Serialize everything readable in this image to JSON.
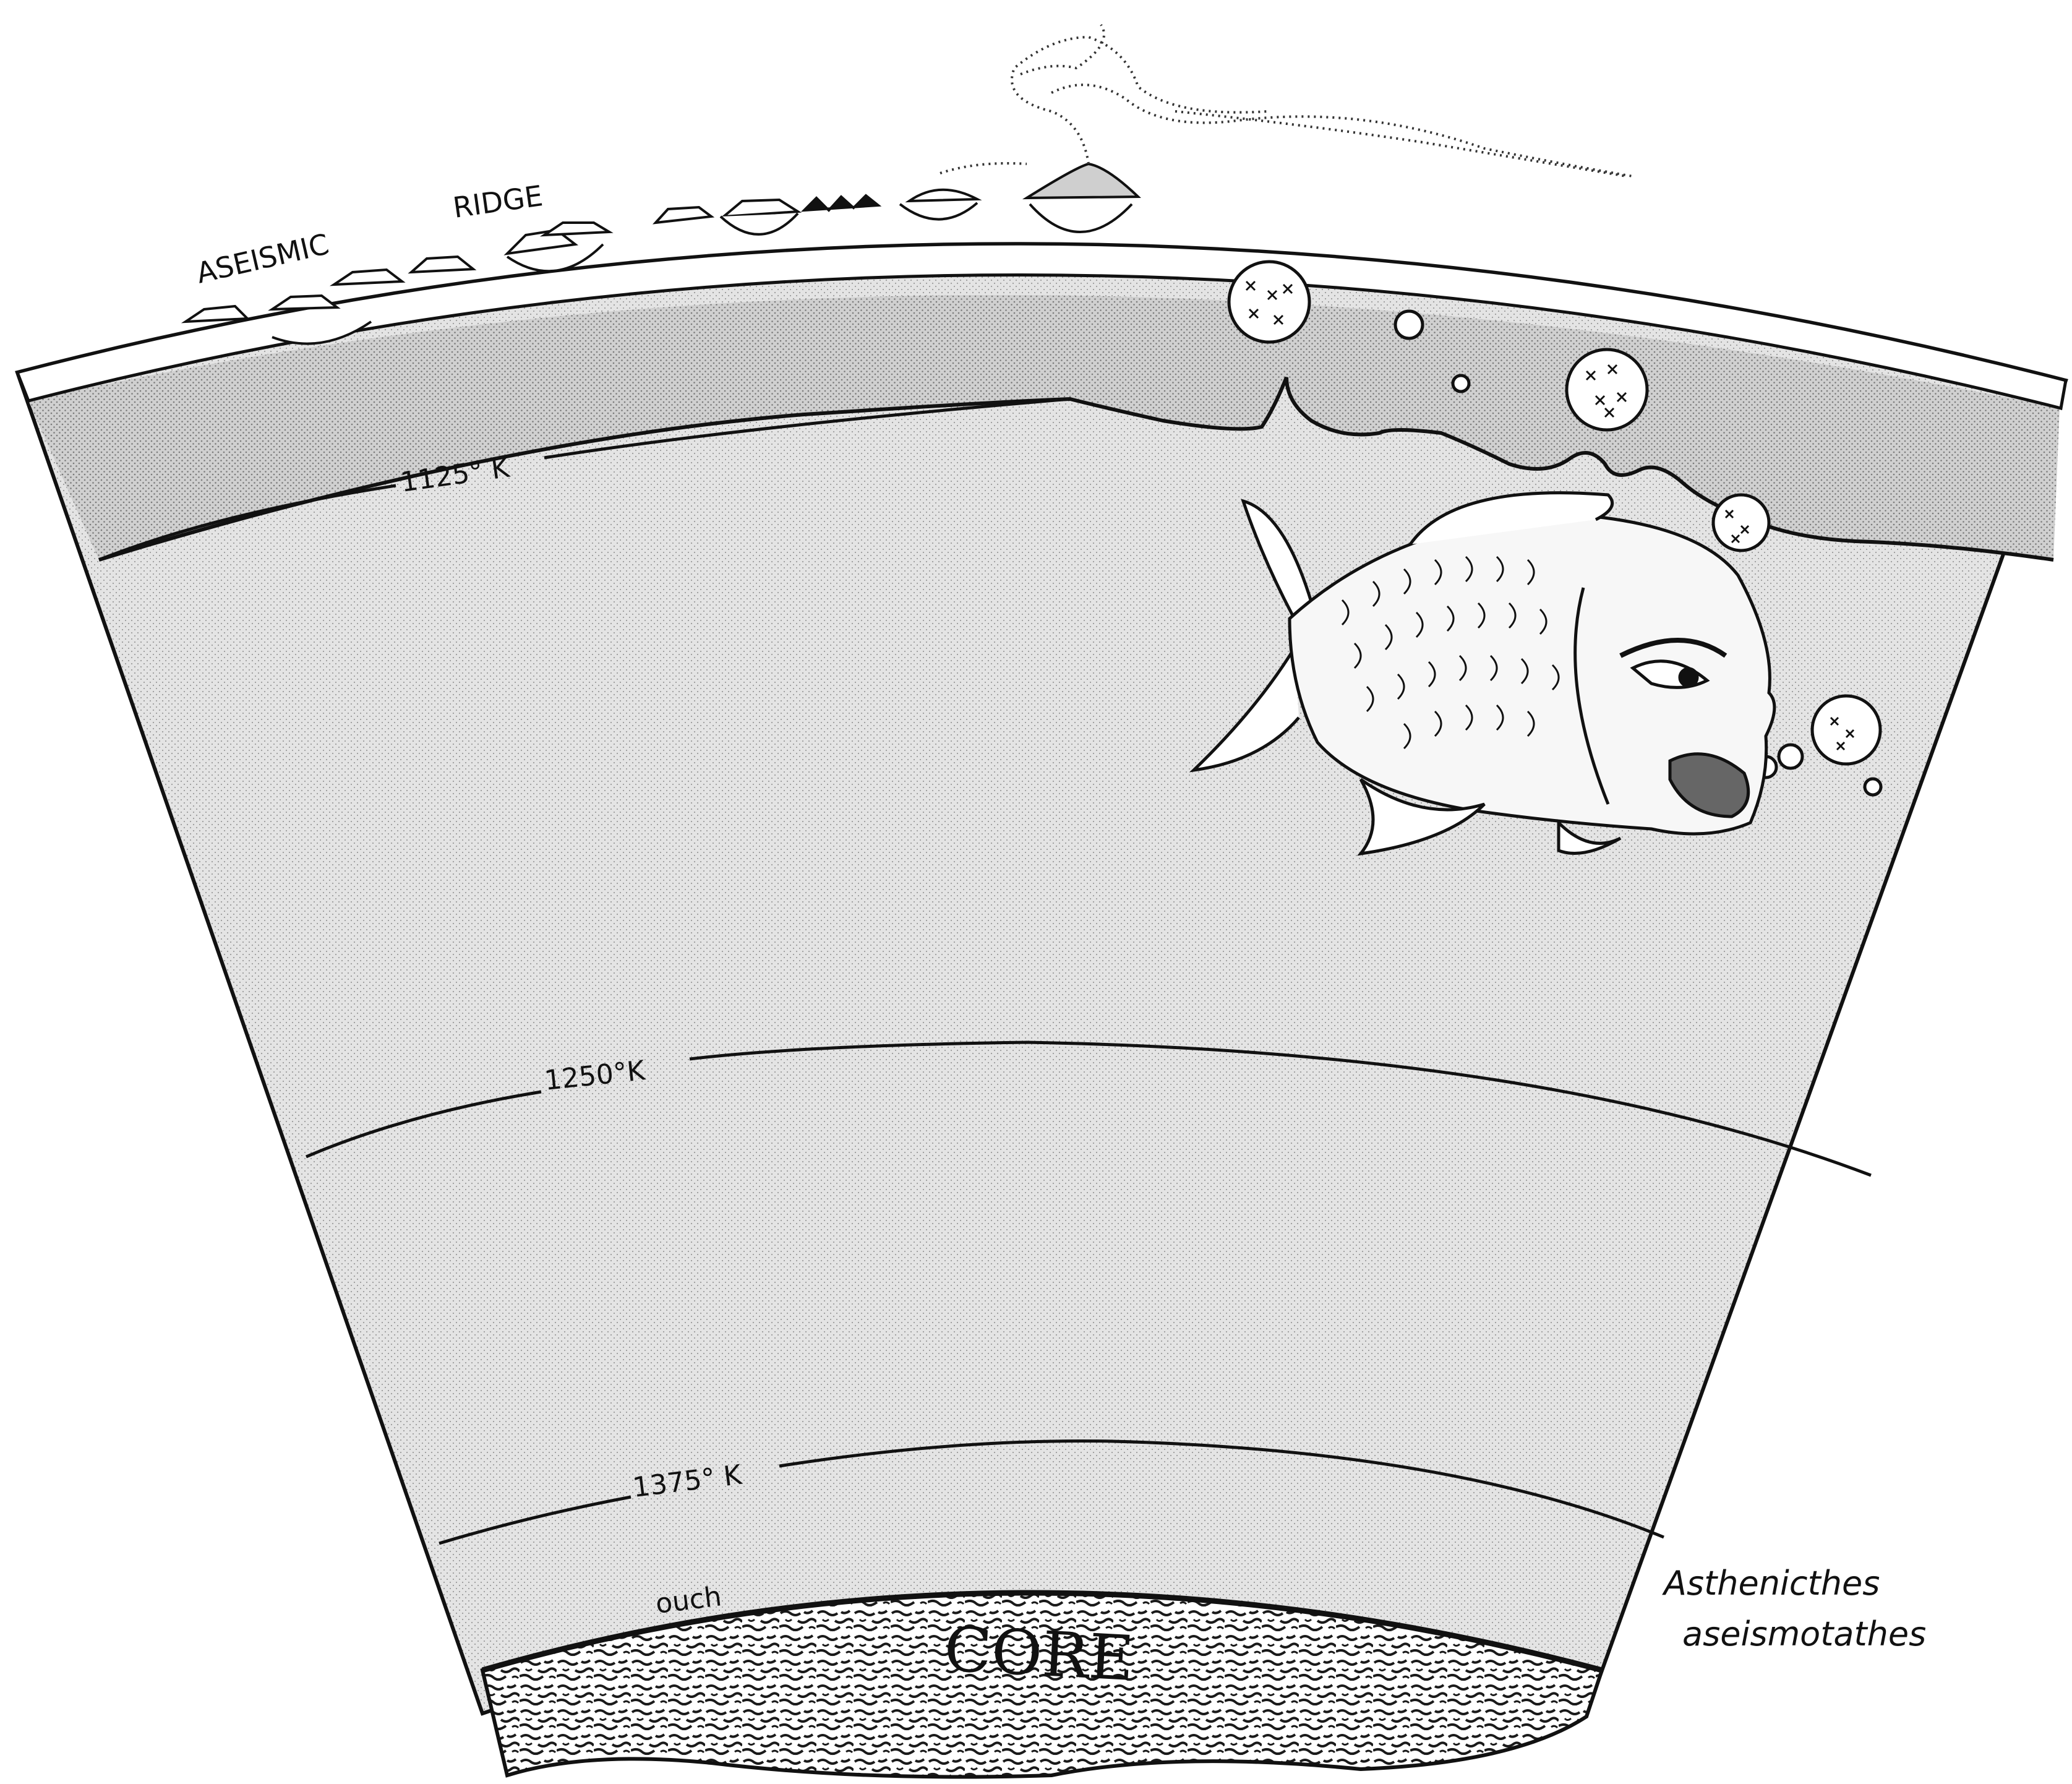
{
  "diagram": {
    "surface_label": "ASEISMIC RIDGE",
    "surface_label_part1": "ASEISMIC",
    "surface_label_part2": "RIDGE",
    "isotherms": [
      "1125° K",
      "1250°K",
      "1375° K"
    ],
    "ouch_label": "ouch",
    "core_label": "CORE",
    "species_line1": "Asthenicthes",
    "species_line2": "aseismotathes",
    "colors": {
      "ink": "#111111",
      "mantle_fill": "#e2e2e2",
      "lithosphere_fill": "#d2d2d2",
      "paper": "#ffffff"
    }
  }
}
